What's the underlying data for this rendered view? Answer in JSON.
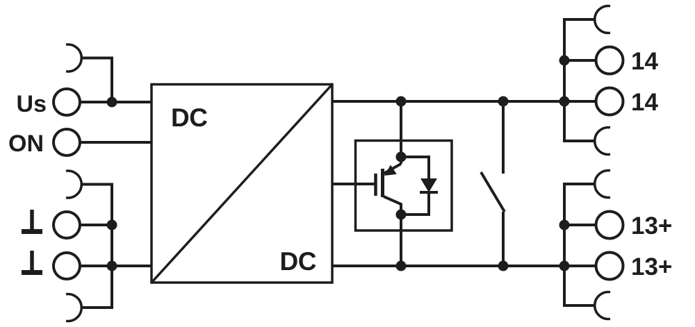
{
  "colors": {
    "line": "#1d1d1b",
    "background": "#ffffff"
  },
  "inputs": {
    "us_label": "Us",
    "on_label": "ON",
    "ground_symbol": "⊥",
    "ground_count": 2
  },
  "converter": {
    "input_label": "DC",
    "output_label": "DC"
  },
  "outputs": {
    "group_14": {
      "labels": [
        "14",
        "14"
      ]
    },
    "group_13": {
      "labels": [
        "13+",
        "13+"
      ]
    }
  },
  "symbols": [
    "plug-bridge-socket-arc",
    "screw-terminal-circle",
    "ground-icon",
    "dc-dc-converter-box",
    "igbt-transistor-icon",
    "freewheeling-diode-icon",
    "switch-contact-icon",
    "junction-dot"
  ]
}
